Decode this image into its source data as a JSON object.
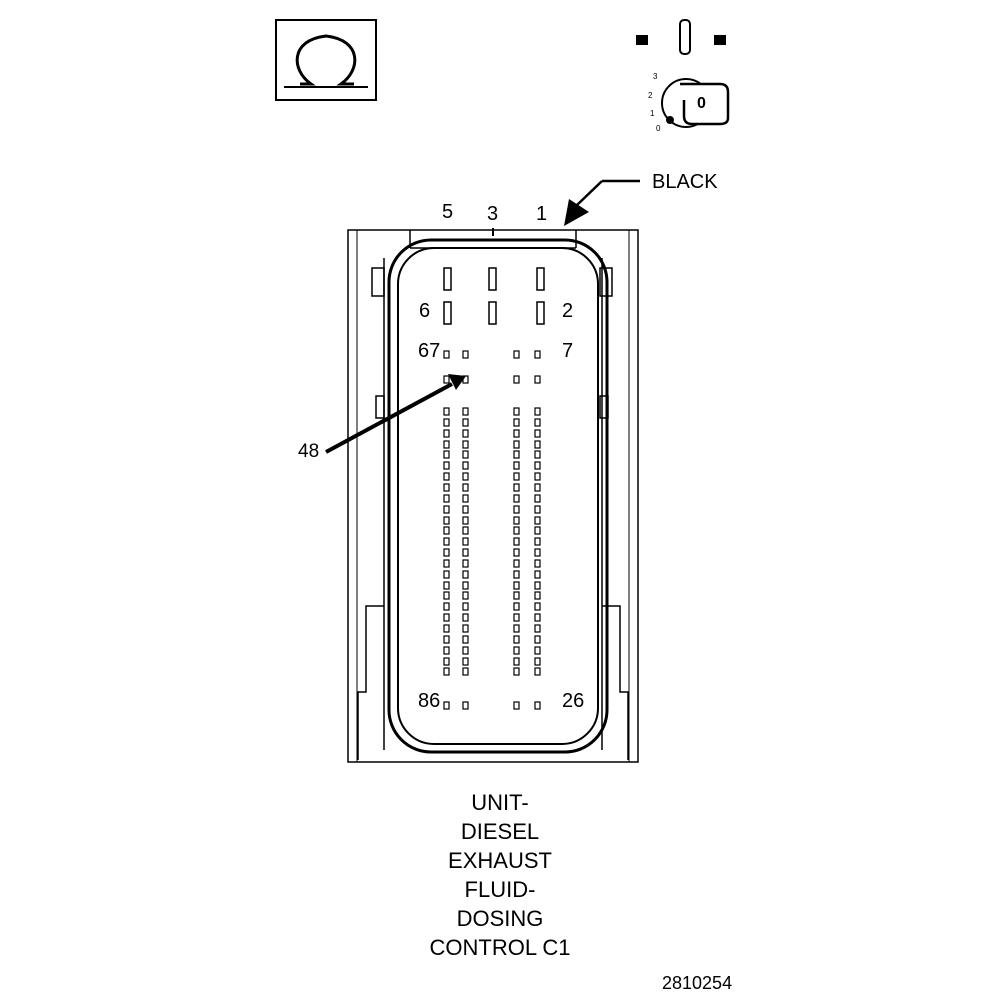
{
  "callout": "BLACK",
  "pin_labels": {
    "p5": "5",
    "p3": "3",
    "p1": "1",
    "p6": "6",
    "p2": "2",
    "p67": "67",
    "p7": "7",
    "p48": "48",
    "p86": "86",
    "p26": "26"
  },
  "title_lines": [
    "UNIT-",
    "DIESEL",
    "EXHAUST",
    "FLUID-",
    "DOSING",
    "CONTROL C1"
  ],
  "figure_number": "2810254",
  "ignition": {
    "positions": [
      "3",
      "2",
      "1",
      "0"
    ],
    "key_label": "0"
  }
}
